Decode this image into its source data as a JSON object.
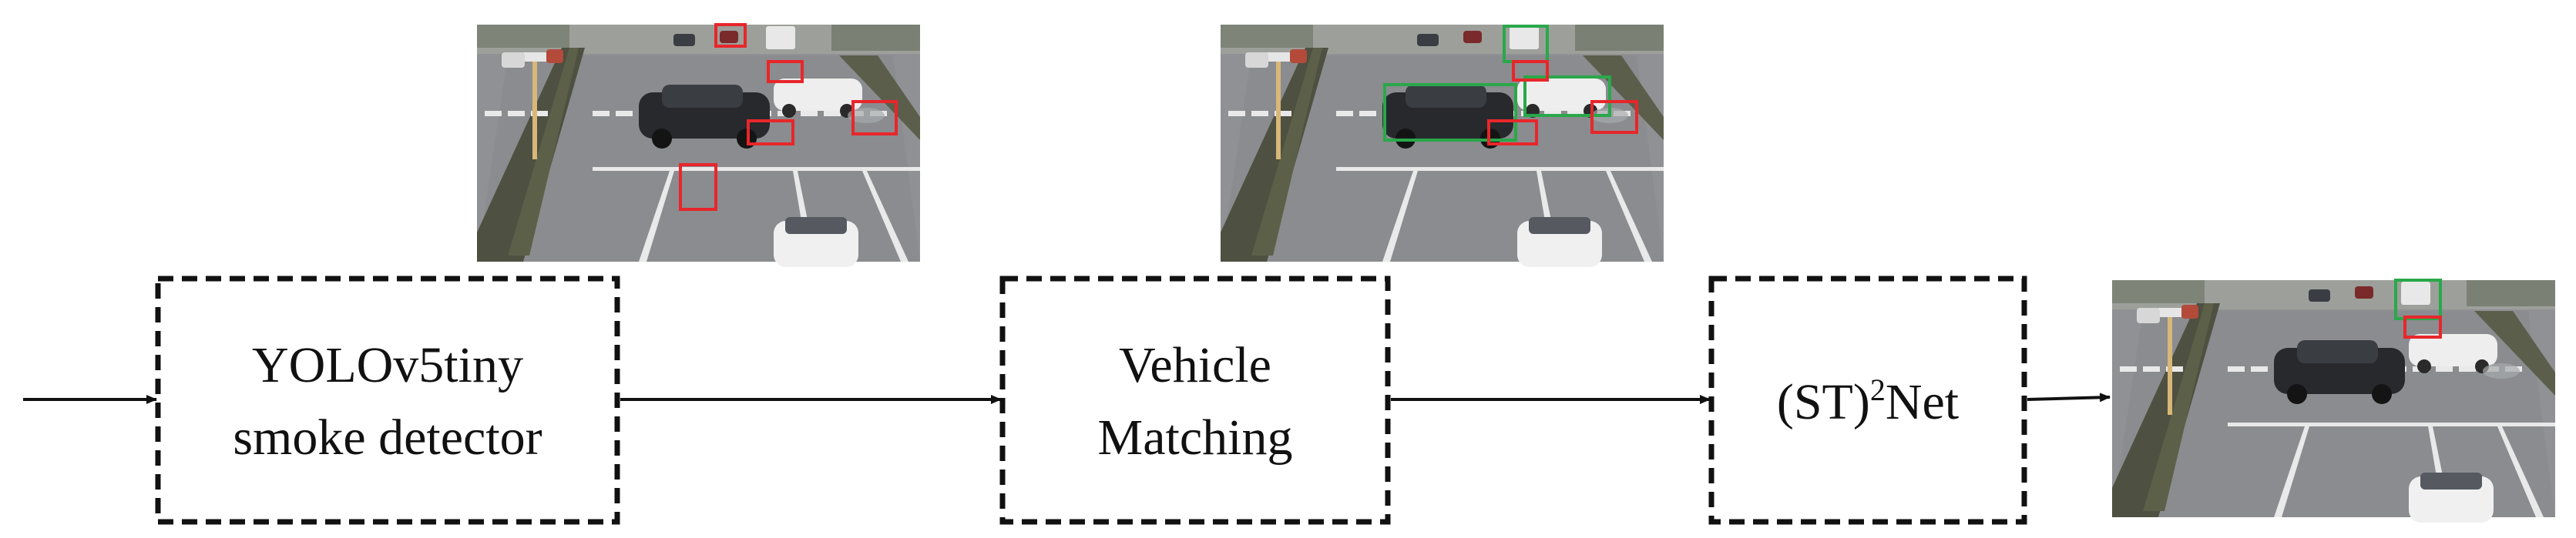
{
  "stages": [
    {
      "id": "detector",
      "line1": "YOLOv5tiny",
      "line2": "smoke detector"
    },
    {
      "id": "matching",
      "line1": "Vehicle",
      "line2": "Matching"
    },
    {
      "id": "classifier",
      "prefix": "(ST)",
      "sup": "2",
      "suffix": "Net"
    }
  ],
  "colors": {
    "box_border": "#111111",
    "arrow": "#111111",
    "smoke_box": "#e8262b",
    "vehicle_box": "#2aa84a",
    "road": "#8f9194",
    "lane_mark": "#e9e9e9",
    "median": "#4e5041"
  },
  "scenes": [
    {
      "id": "scene-detector-output",
      "boxes": "smoke"
    },
    {
      "id": "scene-matching-output",
      "boxes": "smoke-and-vehicle"
    },
    {
      "id": "scene-final-output",
      "boxes": "final"
    }
  ]
}
